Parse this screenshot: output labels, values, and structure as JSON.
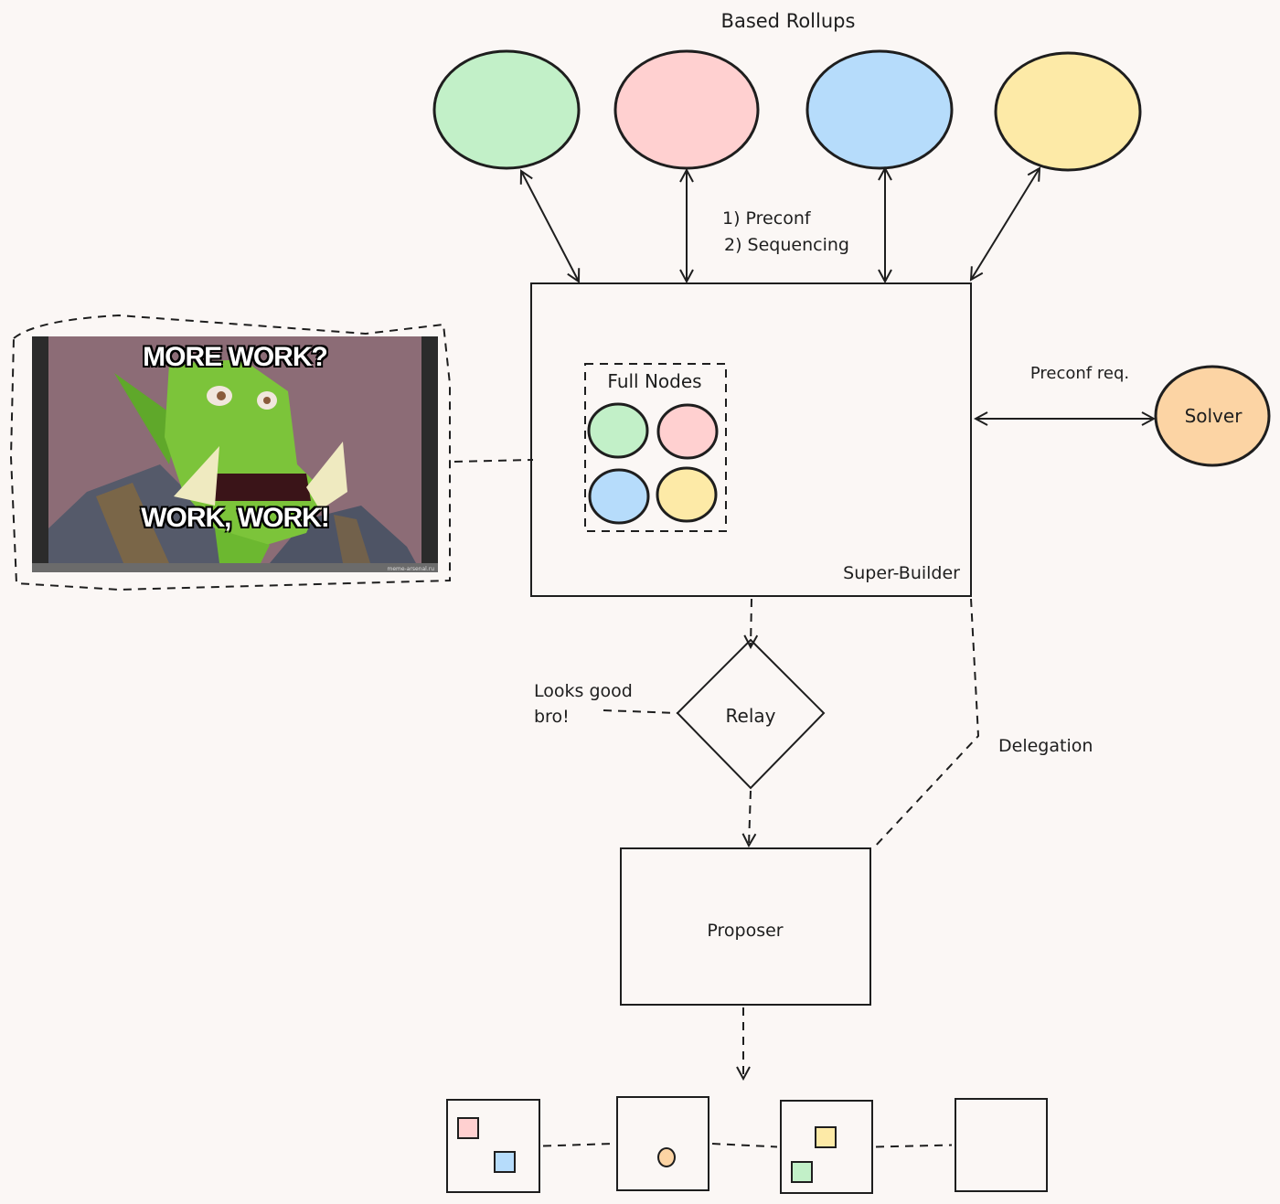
{
  "title": "Based Rollups",
  "colors": {
    "green": "#c2f0c8",
    "pink": "#ffd0d0",
    "blue": "#b6dcfb",
    "yellow": "#fdeaa7",
    "orange": "#fcd4a4",
    "stroke": "#1e1e1e",
    "background": "#fbf7f5"
  },
  "rollups": [
    {
      "name": "rollup-green",
      "color": "#c2f0c8"
    },
    {
      "name": "rollup-pink",
      "color": "#ffd0d0"
    },
    {
      "name": "rollup-blue",
      "color": "#b6dcfb"
    },
    {
      "name": "rollup-yellow",
      "color": "#fdeaa7"
    }
  ],
  "arrow_labels": {
    "line1": "1) Preconf",
    "line2": "2) Sequencing"
  },
  "super_builder": {
    "label": "Super-Builder",
    "full_nodes": {
      "label": "Full Nodes",
      "nodes": [
        "#c2f0c8",
        "#ffd0d0",
        "#b6dcfb",
        "#fdeaa7"
      ]
    }
  },
  "solver": {
    "label": "Solver",
    "edge_label": "Preconf req."
  },
  "meme": {
    "top_text": "MORE WORK?",
    "bottom_text": "WORK, WORK!",
    "watermark": "meme-arsenal.ru"
  },
  "relay": {
    "label": "Relay",
    "note_line1": "Looks good",
    "note_line2": "bro!"
  },
  "delegation_label": "Delegation",
  "proposer": {
    "label": "Proposer"
  },
  "blocks": [
    {
      "items": [
        {
          "shape": "square",
          "color": "#ffd0d0"
        },
        {
          "shape": "square",
          "color": "#b6dcfb"
        }
      ]
    },
    {
      "items": [
        {
          "shape": "circle",
          "color": "#fcd4a4"
        }
      ]
    },
    {
      "items": [
        {
          "shape": "square",
          "color": "#fdeaa7"
        },
        {
          "shape": "square",
          "color": "#c2f0c8"
        }
      ]
    },
    {
      "items": []
    }
  ]
}
